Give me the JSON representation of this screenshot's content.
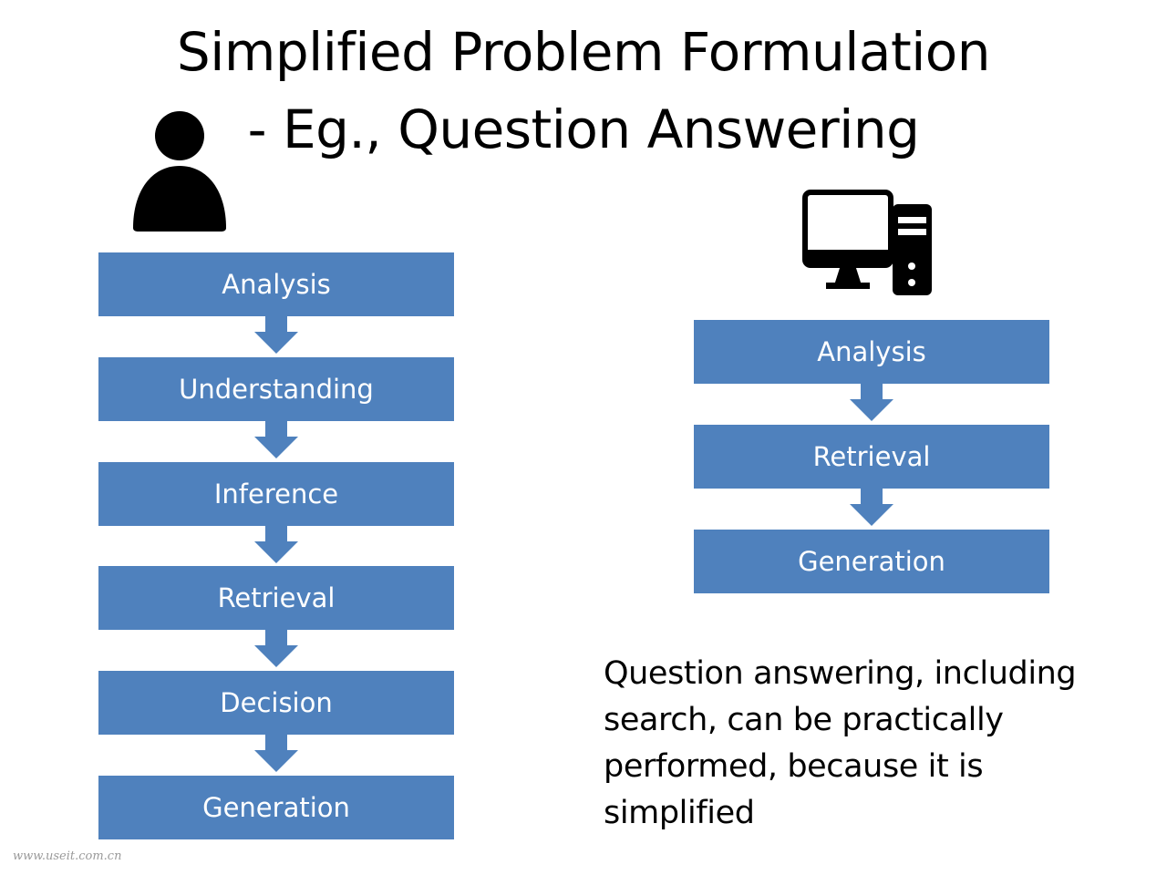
{
  "title": {
    "line1": "Simplified Problem Formulation",
    "line2": "- Eg., Question Answering"
  },
  "icons": {
    "human": "person-icon",
    "machine": "computer-icon"
  },
  "human_pipeline": [
    "Analysis",
    "Understanding",
    "Inference",
    "Retrieval",
    "Decision",
    "Generation"
  ],
  "machine_pipeline": [
    "Analysis",
    "Retrieval",
    "Generation"
  ],
  "caption": "Question answering, including search, can be practically performed, because it is simplified",
  "watermark": "www.useit.com.cn",
  "colors": {
    "box_fill": "#4f81bd",
    "box_text": "#ffffff",
    "text": "#000000"
  }
}
